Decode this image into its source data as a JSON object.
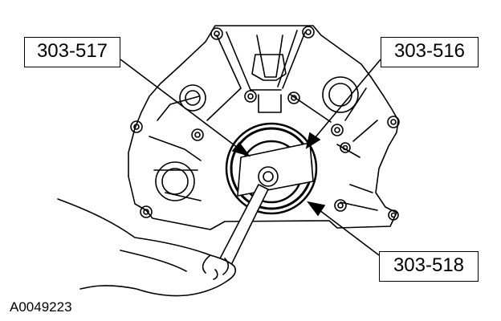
{
  "labels": {
    "tool_517": "303-517",
    "tool_516": "303-516",
    "tool_518": "303-518"
  },
  "figure_id": "A0049223",
  "colors": {
    "line": "#000000",
    "background": "#ffffff"
  }
}
